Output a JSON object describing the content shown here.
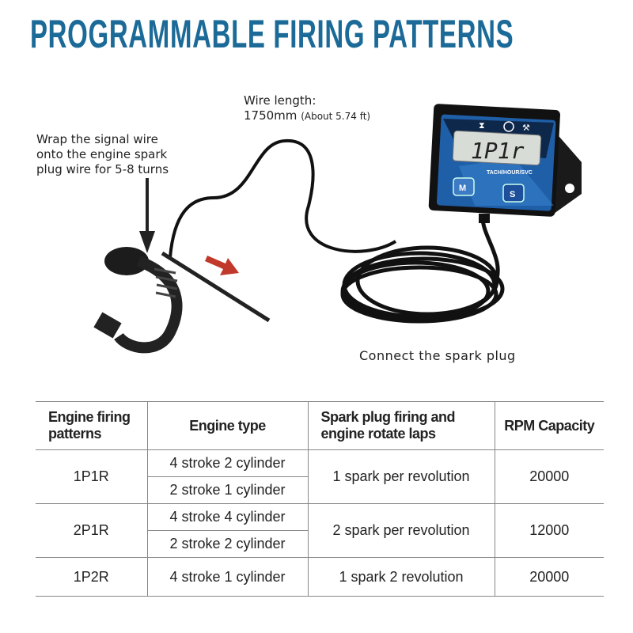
{
  "title": "PROGRAMMABLE FIRING PATTERNS",
  "annotations": {
    "wire_length_label": "Wire length:",
    "wire_length_value": "1750mm",
    "wire_length_feet": "(About 5.74 ft)",
    "wrap_instruction": [
      "Wrap the signal wire",
      "onto the engine spark",
      "plug wire for 5-8 turns"
    ],
    "connect_label": "Connect the spark plug"
  },
  "device": {
    "display_text": "1P1r",
    "model_label": "TACH/HOUR/SVC",
    "button_m": "M",
    "button_s": "S",
    "icons": [
      "hourglass-icon",
      "rpm-gauge-icon",
      "wrench-gear-icon"
    ]
  },
  "table": {
    "headers": [
      "Engine firing patterns",
      "Engine type",
      "Spark plug firing and engine rotate laps",
      "RPM Capacity"
    ],
    "rows": [
      {
        "pattern": "1P1R",
        "engine_types": [
          "4 stroke 2 cylinder",
          "2 stroke 1 cylinder"
        ],
        "spark": "1 spark per revolution",
        "rpm": "20000"
      },
      {
        "pattern": "2P1R",
        "engine_types": [
          "4 stroke 4 cylinder",
          "2 stroke 2 cylinder"
        ],
        "spark": "2 spark per revolution",
        "rpm": "12000"
      },
      {
        "pattern": "1P2R",
        "engine_types": [
          "4 stroke 1 cylinder"
        ],
        "spark": "1 spark 2 revolution",
        "rpm": "20000"
      }
    ]
  },
  "colors": {
    "title": "#1b6a97",
    "arrow_red": "#c0392b",
    "device_blue": "#1f5fa8"
  }
}
